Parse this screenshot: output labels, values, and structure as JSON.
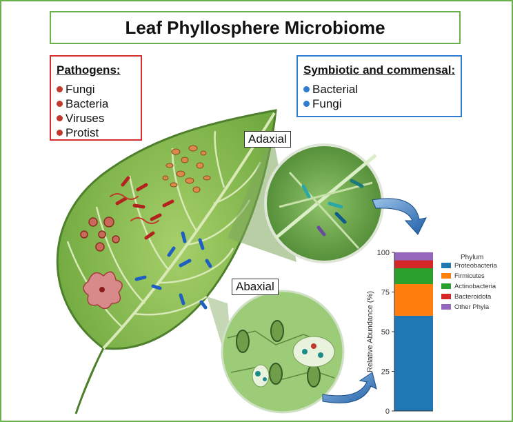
{
  "title": "Leaf Phyllosphere Microbiome",
  "pathogens": {
    "heading": "Pathogens:",
    "color": "#c0392b",
    "items": [
      "Fungi",
      "Bacteria",
      "Viruses",
      "Protist"
    ]
  },
  "symbiotic": {
    "heading": "Symbiotic and commensal:",
    "color": "#2e7bd0",
    "items": [
      "Bacterial",
      "Fungi"
    ]
  },
  "labels": {
    "adaxial": "Adaxial",
    "abaxial": "Abaxial"
  },
  "chart_data": {
    "type": "bar",
    "stacked": true,
    "ylabel": "Relative Abundance (%)",
    "ylim": [
      0,
      100
    ],
    "yticks": [
      0,
      25,
      50,
      75,
      100
    ],
    "legend_title": "Phylum",
    "series": [
      {
        "name": "Proteobacteria",
        "value": 60,
        "color": "#1f77b4"
      },
      {
        "name": "Firmicutes",
        "value": 20,
        "color": "#ff7f0e"
      },
      {
        "name": "Actinobacteria",
        "value": 10,
        "color": "#2ca02c"
      },
      {
        "name": "Bacteroidota",
        "value": 5,
        "color": "#d62728"
      },
      {
        "name": "Other Phyla",
        "value": 5,
        "color": "#9467bd"
      }
    ]
  }
}
